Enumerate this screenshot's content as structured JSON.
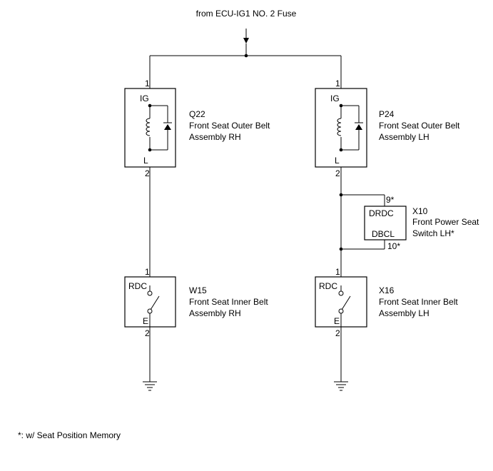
{
  "source_label": "from ECU-IG1 NO. 2 Fuse",
  "footnote": "*: w/ Seat Position Memory",
  "components": {
    "q22": {
      "code": "Q22",
      "name_line1": "Front Seat Outer Belt",
      "name_line2": "Assembly RH",
      "pin_top": "1",
      "pin_bottom": "2",
      "term_top": "IG",
      "term_bottom": "L"
    },
    "p24": {
      "code": "P24",
      "name_line1": "Front Seat Outer Belt",
      "name_line2": "Assembly LH",
      "pin_top": "1",
      "pin_bottom": "2",
      "term_top": "IG",
      "term_bottom": "L"
    },
    "x10": {
      "code": "X10",
      "name_line1": "Front Power Seat",
      "name_line2": "Switch LH*",
      "pin_top": "9*",
      "pin_bottom": "10*",
      "term_top": "DRDC",
      "term_bottom": "DBCL"
    },
    "w15": {
      "code": "W15",
      "name_line1": "Front Seat Inner Belt",
      "name_line2": "Assembly RH",
      "pin_top": "1",
      "pin_bottom": "2",
      "term_top": "RDC",
      "term_bottom": "E"
    },
    "x16": {
      "code": "X16",
      "name_line1": "Front Seat Inner Belt",
      "name_line2": "Assembly LH",
      "pin_top": "1",
      "pin_bottom": "2",
      "term_top": "RDC",
      "term_bottom": "E"
    }
  }
}
